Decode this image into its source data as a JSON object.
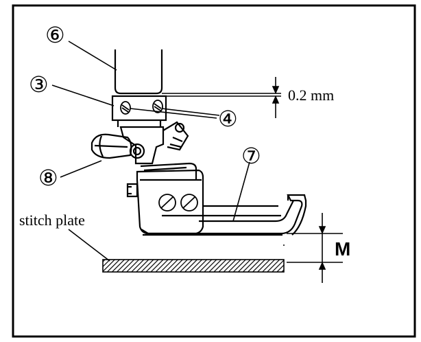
{
  "labels": {
    "needle_bar": "⑥",
    "presser_bar_block": "③",
    "screws": "④",
    "eccentric_screw": "⑧",
    "presser_foot": "⑦",
    "clearance_value": "0.2 mm",
    "stitch_plate": "stitch plate",
    "height_dimension": "M"
  },
  "colors": {
    "line": "#000000",
    "background": "#ffffff"
  }
}
